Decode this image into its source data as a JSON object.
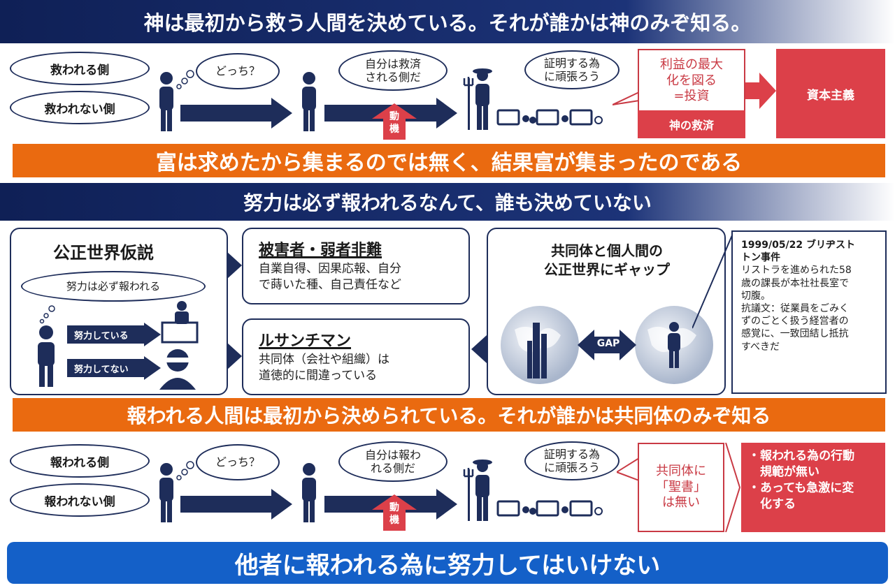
{
  "section1": {
    "banner": "神は最初から救う人間を決めている。それが誰かは神のみぞ知る。",
    "oval_top": "救われる側",
    "oval_bottom": "救われない側",
    "cloud1": "どっち？",
    "cloud2": "自分は救済\nされる側だ",
    "cloud3": "証明する為\nに頑張ろう",
    "motive": "動\n機",
    "callout": "利益の最大\n化を図る\n=投資",
    "salvation": "神の救済",
    "capitalism": "資本主義",
    "orange_banner": "富は求めたから集まるのでは無く、結果富が集まったのである"
  },
  "section2": {
    "banner": "努力は必ず報われるなんて、誰も決めていない",
    "just_world": {
      "title": "公正世界仮説",
      "cloud": "努力は必ず報われる",
      "pill_effort": "努力している",
      "pill_no_effort": "努力してない"
    },
    "victim": {
      "title": "被害者・弱者非難",
      "text": "自業自得、因果応報、自分\nで蒔いた種、自己責任など"
    },
    "ressentiment": {
      "title": "ルサンチマン",
      "text": "共同体（会社や組織）は\n道徳的に間違っている"
    },
    "gap_panel": {
      "title": "共同体と個人間の\n公正世界にギャップ",
      "gap_label": "GAP"
    },
    "incident": {
      "title": "1999/05/22 ブリヂスト\nトン事件",
      "text": "リストラを進められた58\n歳の課長が本社社長室で\n切腹。\n抗議文：従業員をごみく\nずのごとく扱う経営者の\n感覚に、一致団結し抵抗\nすべきだ"
    },
    "orange_banner": "報われる人間は最初から決められている。それが誰かは共同体のみぞ知る"
  },
  "section3": {
    "oval_top": "報われる側",
    "oval_bottom": "報われない側",
    "cloud1": "どっち？",
    "cloud2": "自分は報わ\nれる側だ",
    "cloud3": "証明する為\nに頑張ろう",
    "motive": "動\n機",
    "callout": "共同体に\n「聖書」\nは無い",
    "result_list": "・報われる為の行動\n　規範が無い\n・あっても急激に変\n　化する",
    "bottom_banner": "他者に報われる為に努力してはいけない"
  },
  "colors": {
    "navy": "#1e2d5a",
    "orange": "#ea6a10",
    "red": "#dc4049",
    "blue": "#1460c8"
  }
}
